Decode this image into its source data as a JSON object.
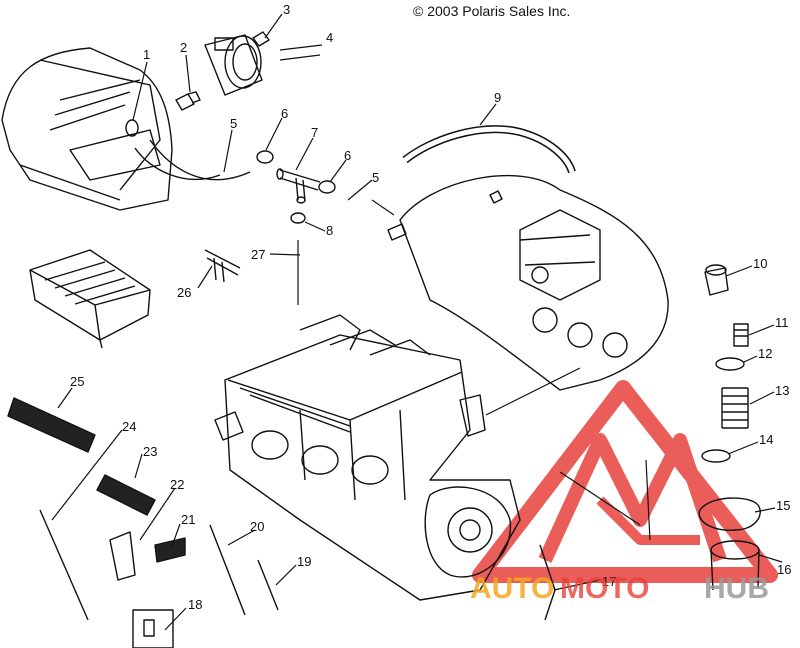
{
  "copyright": "© 2003 Polaris Sales Inc.",
  "watermark": {
    "brand": "AUTOMOTOHUB",
    "part_auto": "AUTO",
    "part_moto": "MOTO",
    "part_hub": "HUB",
    "color_red": "#e8413b",
    "color_orange": "#f5a623",
    "color_gray": "#9a9a9a"
  },
  "callouts": [
    "1",
    "2",
    "3",
    "4",
    "5",
    "5",
    "6",
    "6",
    "7",
    "8",
    "9",
    "10",
    "11",
    "12",
    "13",
    "14",
    "15",
    "16",
    "17",
    "18",
    "19",
    "20",
    "21",
    "22",
    "23",
    "24",
    "25",
    "26",
    "27"
  ],
  "colors": {
    "ink": "#111111",
    "background": "#ffffff"
  }
}
